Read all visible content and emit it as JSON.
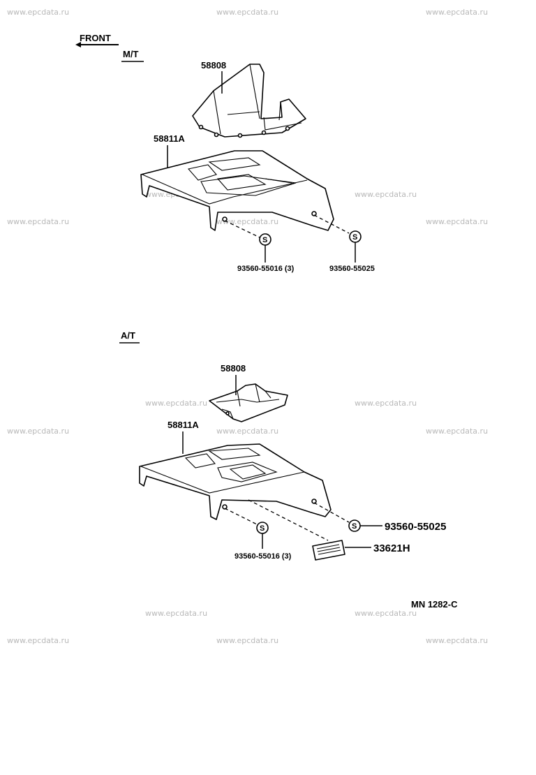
{
  "watermark": "www.epcdata.ru",
  "front_label": "FRONT",
  "sections": {
    "mt": {
      "title": "M/T",
      "boot_part": "58808",
      "console_part": "58811A",
      "screw_left": "93560-55016 (3)",
      "screw_right": "93560-55025",
      "screw_symbol": "S"
    },
    "at": {
      "title": "A/T",
      "boot_part": "58808",
      "console_part": "58811A",
      "screw_left": "93560-55016 (3)",
      "screw_right": "93560-55025",
      "label_part": "33621H",
      "screw_symbol": "S"
    }
  },
  "diagram_code": "MN 1282-C"
}
